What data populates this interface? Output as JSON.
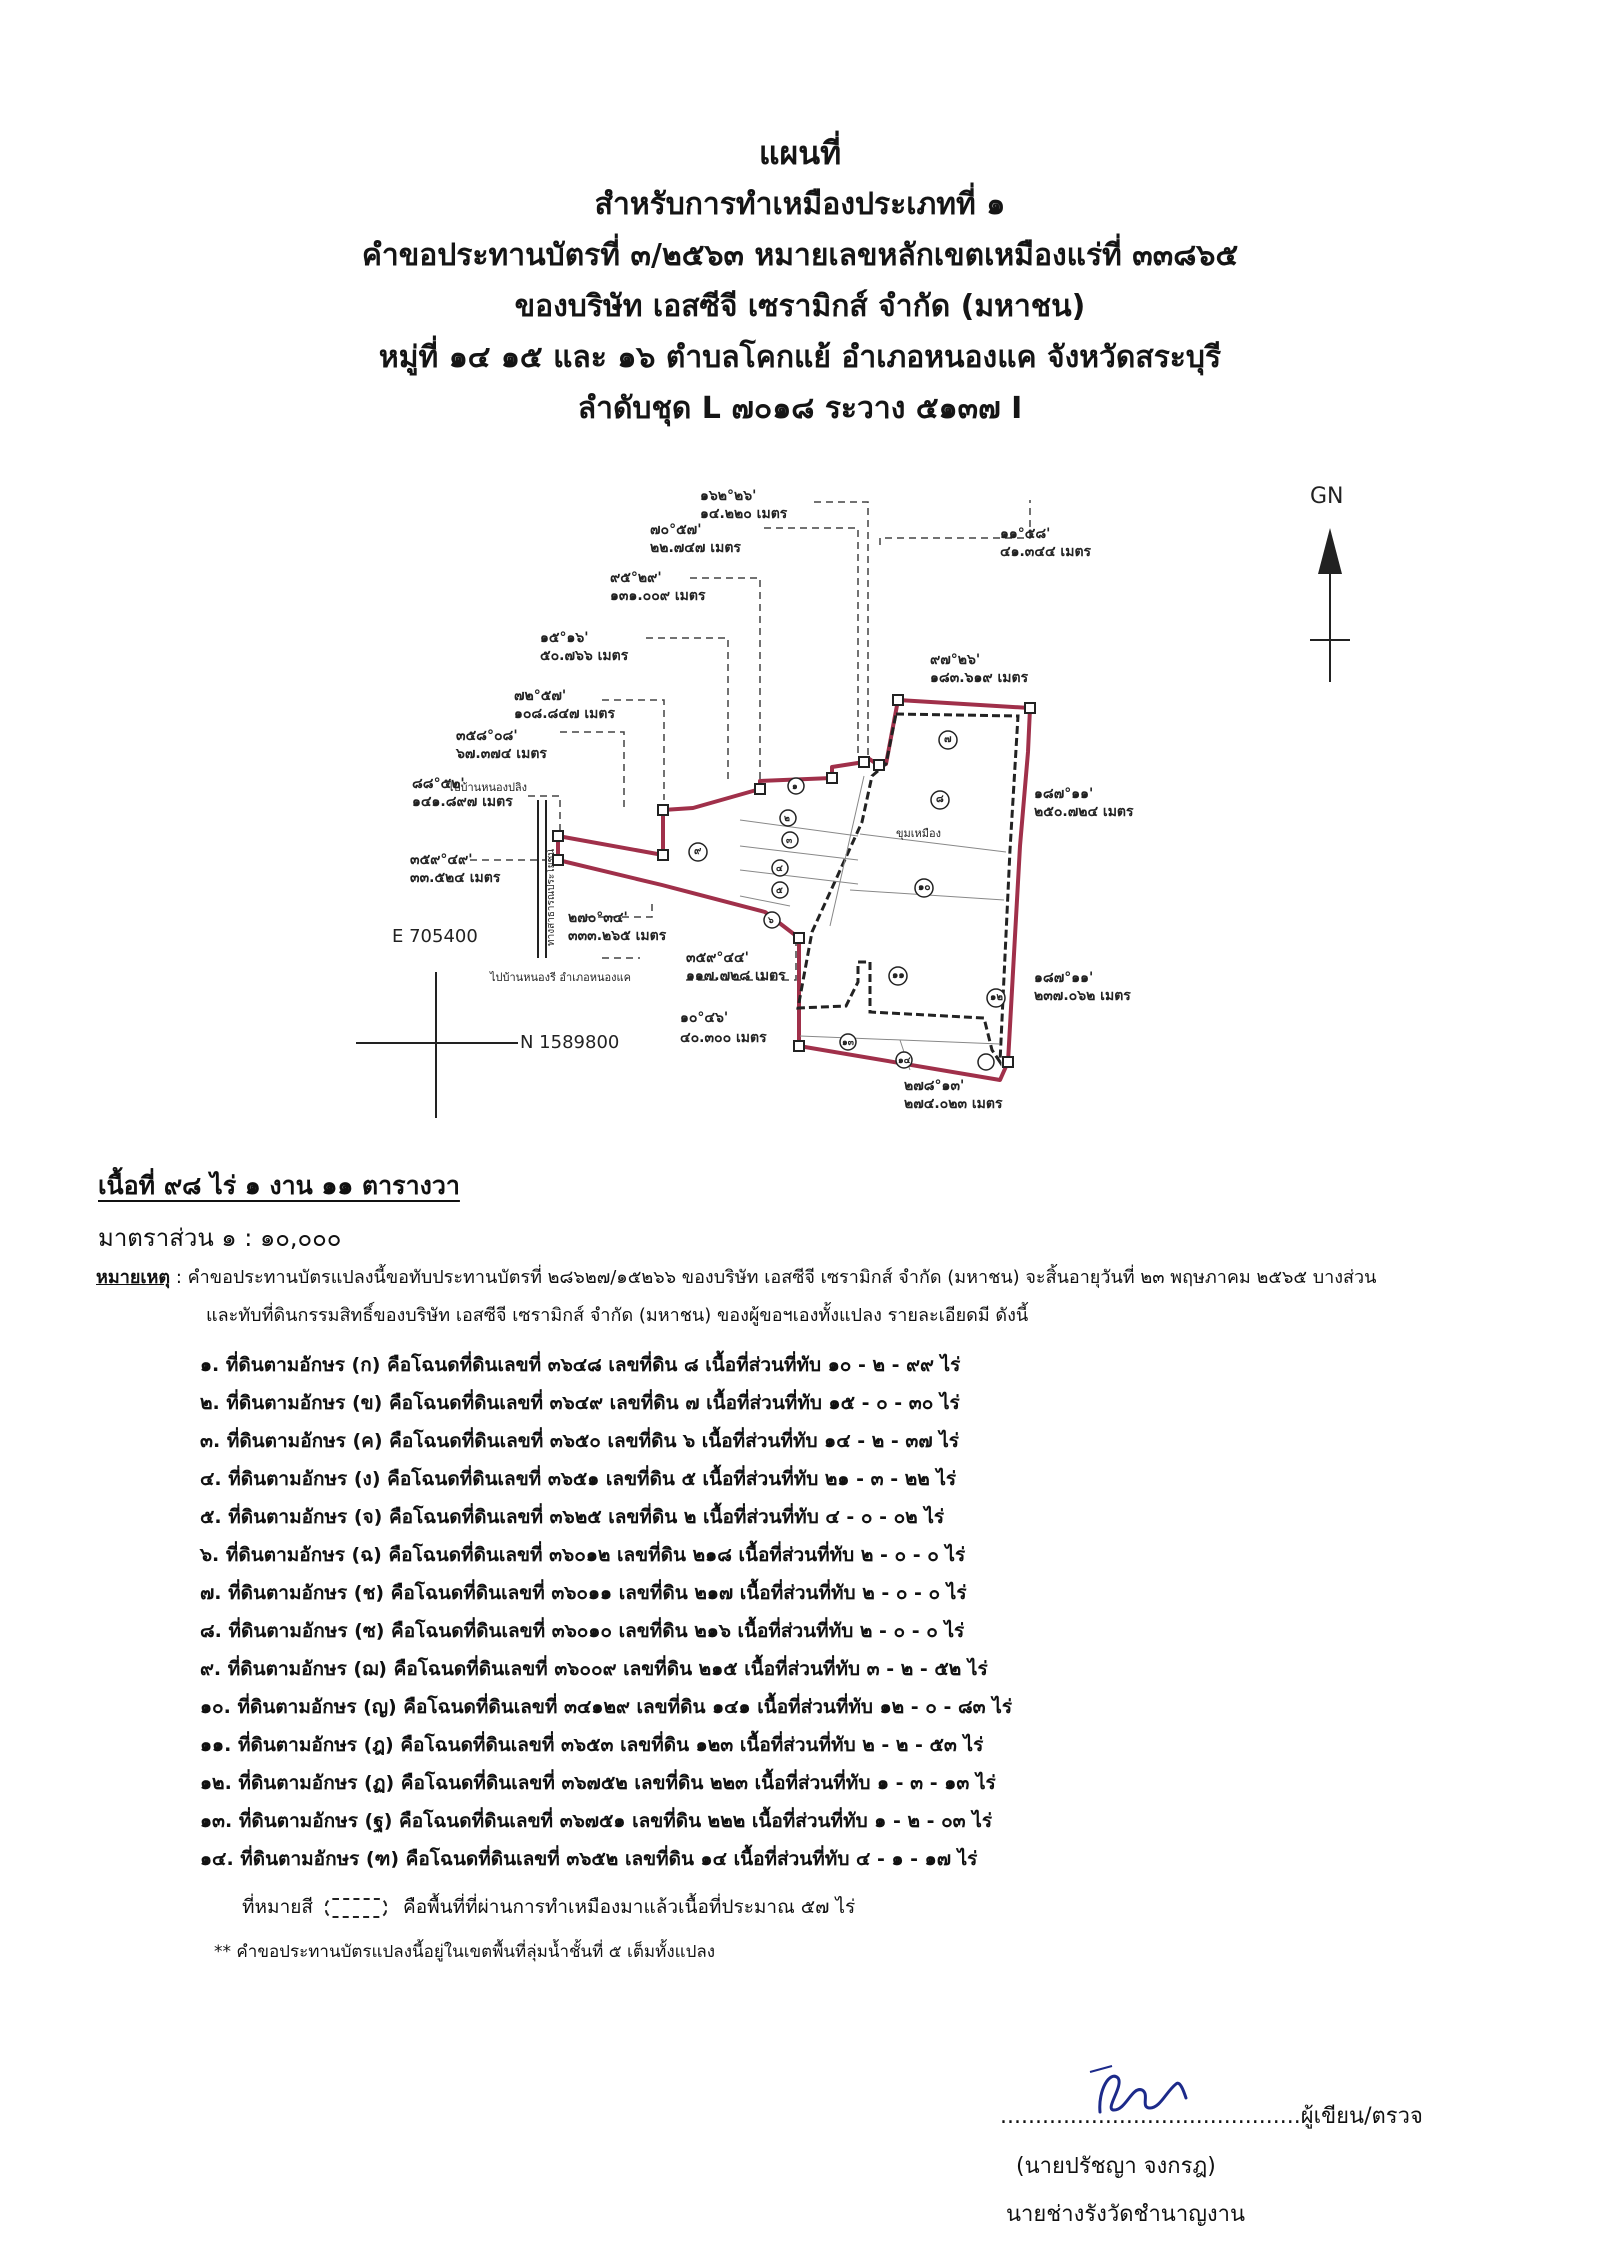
{
  "header": {
    "line1": "แผนที่",
    "line2": "สำหรับการทำเหมืองประเภทที่ ๑",
    "line3": "คำขอประทานบัตรที่ ๓/๒๕๖๓ หมายเลขหลักเขตเหมืองแร่ที่ ๓๓๘๖๕",
    "line4": "ของบริษัท เอสซีจี เซรามิกส์ จำกัด (มหาชน)",
    "line5": "หมู่ที่ ๑๔ ๑๕ และ ๑๖ ตำบลโคกแย้ อำเภอหนองแค จังหวัดสระบุรี",
    "line6": "ลำดับชุด L ๗๐๑๘ ระวาง ๕๑๓๗ I"
  },
  "map": {
    "north_label": "GN",
    "easting_label": "E 705400",
    "northing_label": "N 1589800",
    "road_top": "ไปบ้านหนองปลิง",
    "road_bottom": "ไปบ้านหนองรี อำเภอหนองแค",
    "road_side": "ทางสาธารณประโยชน์",
    "pit_label": "ขุมเหมือง",
    "bearings": [
      {
        "angle": "๑๖๒°๒๖'",
        "dist": "๑๔.๒๒๐ เมตร"
      },
      {
        "angle": "๗๐°๕๗'",
        "dist": "๒๒.๗๔๗ เมตร"
      },
      {
        "angle": "๙๕°๒๙'",
        "dist": "๑๓๑.๐๐๙ เมตร"
      },
      {
        "angle": "๑๕°๑๖'",
        "dist": "๕๐.๗๖๖ เมตร"
      },
      {
        "angle": "๗๒°๕๗'",
        "dist": "๑๐๘.๘๔๗ เมตร"
      },
      {
        "angle": "๓๕๘°๐๘'",
        "dist": "๖๗.๓๗๔ เมตร"
      },
      {
        "angle": "๘๘°๕๒'",
        "dist": "๑๔๑.๘๙๗ เมตร"
      },
      {
        "angle": "๓๕๙°๔๙'",
        "dist": "๓๓.๕๒๔ เมตร"
      },
      {
        "angle": "๒๗๐°๓๔'",
        "dist": "๓๓๓.๒๖๕ เมตร"
      },
      {
        "angle": "๓๕๙°๔๔'",
        "dist": "๑๑๗.๗๒๘ เมตร"
      },
      {
        "angle": "๑๐°๔๖'",
        "dist": "๔๐.๓๐๐ เมตร"
      },
      {
        "angle": "๒๗๘°๑๓'",
        "dist": "๒๗๔.๐๒๓ เมตร"
      },
      {
        "angle": "๑๘๗°๑๑'",
        "dist": "๒๓๗.๐๖๒ เมตร"
      },
      {
        "angle": "๑๘๗°๑๑'",
        "dist": "๒๕๐.๗๒๔ เมตร"
      },
      {
        "angle": "๙๗°๒๖'",
        "dist": "๑๘๓.๖๑๙ เมตร"
      },
      {
        "angle": "๑๑°๕๘'",
        "dist": "๔๑.๓๔๔ เมตร"
      }
    ],
    "parcel_numbers": [
      "๙",
      "๑",
      "๒",
      "๓",
      "๔",
      "๕",
      "๖",
      "๗",
      "๘",
      "๑๐",
      "๑๑",
      "๑๒",
      "๑๓",
      "๑๔"
    ]
  },
  "area": "เนื้อที่ ๙๘ ไร่ ๑ งาน ๑๑ ตารางวา",
  "scale": "มาตราส่วน ๑ : ๑๐,๐๐๐",
  "remark": {
    "label": "หมายเหตุ",
    "text1": ": คำขอประทานบัตรแปลงนี้ขอทับประทานบัตรที่ ๒๘๖๒๗/๑๕๒๖๖ ของบริษัท เอสซีจี เซรามิกส์ จำกัด (มหาชน) จะสิ้นอายุวันที่ ๒๓ พฤษภาคม ๒๕๖๕ บางส่วน",
    "text2": "และทับที่ดินกรรมสิทธิ์ของบริษัท เอสซีจี เซรามิกส์ จำกัด (มหาชน) ของผู้ขอฯเองทั้งแปลง รายละเอียดมี ดังนี้"
  },
  "items": [
    "๑. ที่ดินตามอักษร (ก) คือโฉนดที่ดินเลขที่ ๓๖๔๘ เลขที่ดิน ๘ เนื้อที่ส่วนที่ทับ ๑๐ - ๒ - ๙๙ ไร่",
    "๒. ที่ดินตามอักษร (ข) คือโฉนดที่ดินเลขที่ ๓๖๔๙ เลขที่ดิน ๗ เนื้อที่ส่วนที่ทับ ๑๕ - ๐ - ๓๐ ไร่",
    "๓. ที่ดินตามอักษร (ค) คือโฉนดที่ดินเลขที่ ๓๖๕๐ เลขที่ดิน ๖ เนื้อที่ส่วนที่ทับ ๑๔ - ๒ - ๓๗ ไร่",
    "๔. ที่ดินตามอักษร (ง) คือโฉนดที่ดินเลขที่ ๓๖๕๑ เลขที่ดิน ๕ เนื้อที่ส่วนที่ทับ ๒๑ - ๓ - ๒๒ ไร่",
    "๕. ที่ดินตามอักษร (จ) คือโฉนดที่ดินเลขที่ ๓๖๒๕ เลขที่ดิน ๒ เนื้อที่ส่วนที่ทับ ๔ - ๐ - ๐๒ ไร่",
    "๖. ที่ดินตามอักษร (ฉ) คือโฉนดที่ดินเลขที่ ๓๖๐๑๒ เลขที่ดิน ๒๑๘ เนื้อที่ส่วนที่ทับ ๒ - ๐ - ๐ ไร่",
    "๗. ที่ดินตามอักษร (ช) คือโฉนดที่ดินเลขที่ ๓๖๐๑๑ เลขที่ดิน ๒๑๗ เนื้อที่ส่วนที่ทับ ๒ - ๐ - ๐ ไร่",
    "๘. ที่ดินตามอักษร (ซ) คือโฉนดที่ดินเลขที่ ๓๖๐๑๐ เลขที่ดิน ๒๑๖ เนื้อที่ส่วนที่ทับ ๒ - ๐ - ๐ ไร่",
    "๙. ที่ดินตามอักษร (ฌ) คือโฉนดที่ดินเลขที่ ๓๖๐๐๙ เลขที่ดิน ๒๑๕ เนื้อที่ส่วนที่ทับ ๓ - ๒ - ๕๒ ไร่",
    "๑๐. ที่ดินตามอักษร (ญ) คือโฉนดที่ดินเลขที่ ๓๔๑๒๙ เลขที่ดิน ๑๔๑ เนื้อที่ส่วนที่ทับ ๑๒ - ๐ - ๘๓ ไร่",
    "๑๑. ที่ดินตามอักษร (ฎ) คือโฉนดที่ดินเลขที่ ๓๖๕๓ เลขที่ดิน ๑๒๓ เนื้อที่ส่วนที่ทับ ๒ - ๒ - ๕๓ ไร่",
    "๑๒. ที่ดินตามอักษร (ฏ) คือโฉนดที่ดินเลขที่ ๓๖๗๕๒ เลขที่ดิน ๒๒๓ เนื้อที่ส่วนที่ทับ ๑ - ๓ - ๑๓ ไร่",
    "๑๓. ที่ดินตามอักษร (ฐ) คือโฉนดที่ดินเลขที่ ๓๖๗๕๑ เลขที่ดิน ๒๒๒ เนื้อที่ส่วนที่ทับ ๑ - ๒ - ๐๓ ไร่",
    "๑๔. ที่ดินตามอักษร (ฑ) คือโฉนดที่ดินเลขที่ ๓๖๕๒ เลขที่ดิน ๑๔ เนื้อที่ส่วนที่ทับ ๔ - ๑ - ๑๗ ไร่"
  ],
  "mark_note": {
    "prefix": "ที่หมายสี",
    "suffix": "คือพื้นที่ที่ผ่านการทำเหมืองมาแล้วเนื้อที่ประมาณ ๕๗ ไร่"
  },
  "basin_note": "** คำขอประทานบัตรแปลงนี้อยู่ในเขตพื้นที่ลุ่มน้ำชั้นที่ ๕ เต็มทั้งแปลง",
  "signature": {
    "line": "...........................................ผู้เขียน/ตรวจ",
    "name": "(นายปรัชญา จงกรฎ)",
    "title": "นายช่างรังวัดชำนาญงาน"
  },
  "colors": {
    "boundary": "#a0304a",
    "ink": "#222222",
    "signature_ink": "#1c2a8a"
  }
}
